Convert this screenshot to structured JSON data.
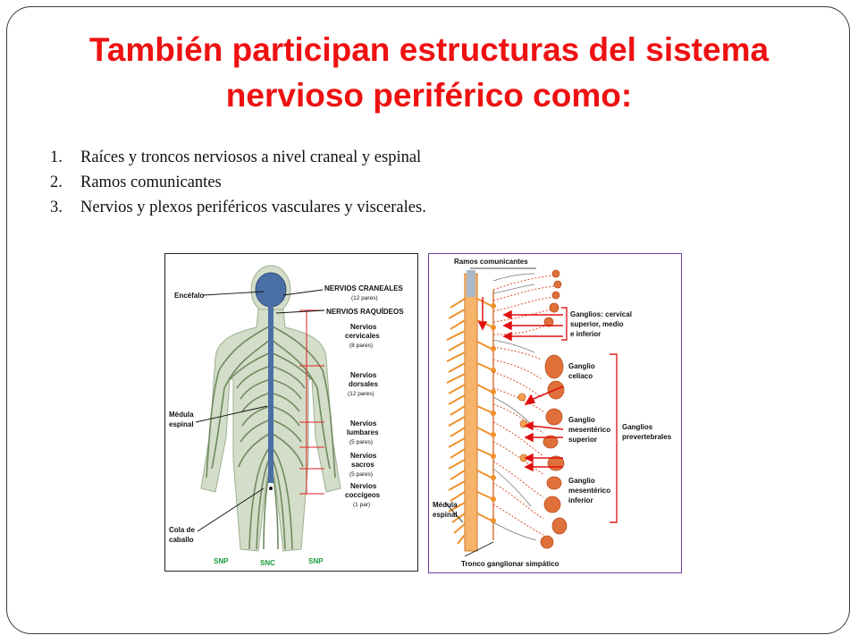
{
  "slide": {
    "title": "También participan estructuras del sistema nervioso periférico como:",
    "points": [
      {
        "number": "1.",
        "text": "Raíces y troncos nerviosos a nivel craneal y espinal"
      },
      {
        "number": "2.",
        "text": "Ramos comunicantes"
      },
      {
        "number": "3.",
        "text": "Nervios y plexos periféricos vasculares y viscerales."
      }
    ]
  },
  "figure_left": {
    "labels": {
      "encefalo": "Encéfalo",
      "nervios_craneales": "NERVIOS CRANEALES",
      "craneales_pares": "(12 pares)",
      "nervios_raquideos": "NERVIOS RAQUÍDEOS",
      "cervicales_1": "Nervios",
      "cervicales_2": "cervicales",
      "cervicales_pares": "(8 pares)",
      "dorsales_1": "Nervios",
      "dorsales_2": "dorsales",
      "dorsales_pares": "(12 pares)",
      "medula_1": "Médula",
      "medula_2": "espinal",
      "lumbares_1": "Nervios",
      "lumbares_2": "lumbares",
      "lumbares_pares": "(5 pares)",
      "sacros_1": "Nervios",
      "sacros_2": "sacros",
      "sacros_pares": "(5 pares)",
      "coccigeos_1": "Nervios",
      "coccigeos_2": "coccígeos",
      "coccigeos_pares": "(1 par)",
      "cola_1": "Cola de",
      "cola_2": "caballo",
      "snp_left": "SNP",
      "snc": "SNC",
      "snp_right": "SNP"
    },
    "colors": {
      "nerve": "#6f8a5e",
      "body": "#d3ddc9",
      "cns": "#4a6fa5",
      "bracket": "#e02020",
      "snp_label": "#1a9a3a"
    }
  },
  "figure_right": {
    "labels": {
      "ramos": "Ramos comunicantes",
      "ganglios_cerv_1": "Ganglios: cervical",
      "ganglios_cerv_2": "superior, medio",
      "ganglios_cerv_3": "e inferior",
      "celiaco_1": "Ganglio",
      "celiaco_2": "celíaco",
      "mes_sup_1": "Ganglio",
      "mes_sup_2": "mesentérico",
      "mes_sup_3": "superior",
      "prevert_1": "Ganglios",
      "prevert_2": "prevertebrales",
      "mes_inf_1": "Ganglio",
      "mes_inf_2": "mesentérico",
      "mes_inf_3": "inferior",
      "medula_1": "Médula",
      "medula_2": "espinal",
      "tronco": "Tronco ganglionar simpático"
    },
    "colors": {
      "nerve": "#f0902a",
      "dotted": "#d9502a",
      "arrow": "#e01010",
      "organ": "#e0703a",
      "bracket": "#e02020"
    }
  }
}
